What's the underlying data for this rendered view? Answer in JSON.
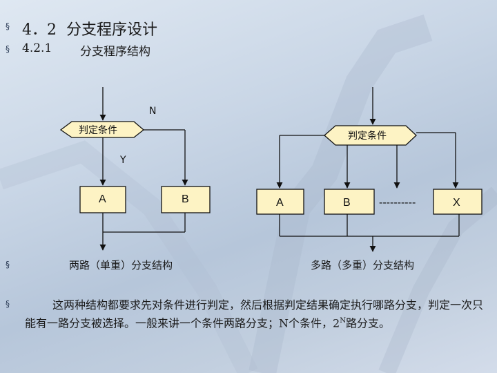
{
  "heading": {
    "bullet": "§",
    "number": "4．2",
    "title": "分支程序设计"
  },
  "subheading": {
    "bullet": "§",
    "number": "4.2.1",
    "title": "分支程序结构"
  },
  "diagram_left": {
    "condition": "判定条件",
    "no_label": "N",
    "yes_label": "Y",
    "box_a": "A",
    "box_b": "B",
    "caption": "两路（单重）分支结构"
  },
  "diagram_right": {
    "condition": "判定条件",
    "box_a": "A",
    "box_b": "B",
    "dashes": "----------",
    "box_x": "X",
    "caption": "多路（多重）分支结构"
  },
  "caption_bullet": "§",
  "paragraph": {
    "bullet": "§",
    "text_before_sup": "这两种结构都要求先对条件进行判定，然后根据判定结果确定执行哪路分支，判定一次只能有一路分支被选择。一般来讲一个条件两路分支；N个条件，2",
    "sup": "N",
    "text_after_sup": "路分支。"
  },
  "colors": {
    "box_fill": "#fdf3c4",
    "line": "#111111"
  }
}
